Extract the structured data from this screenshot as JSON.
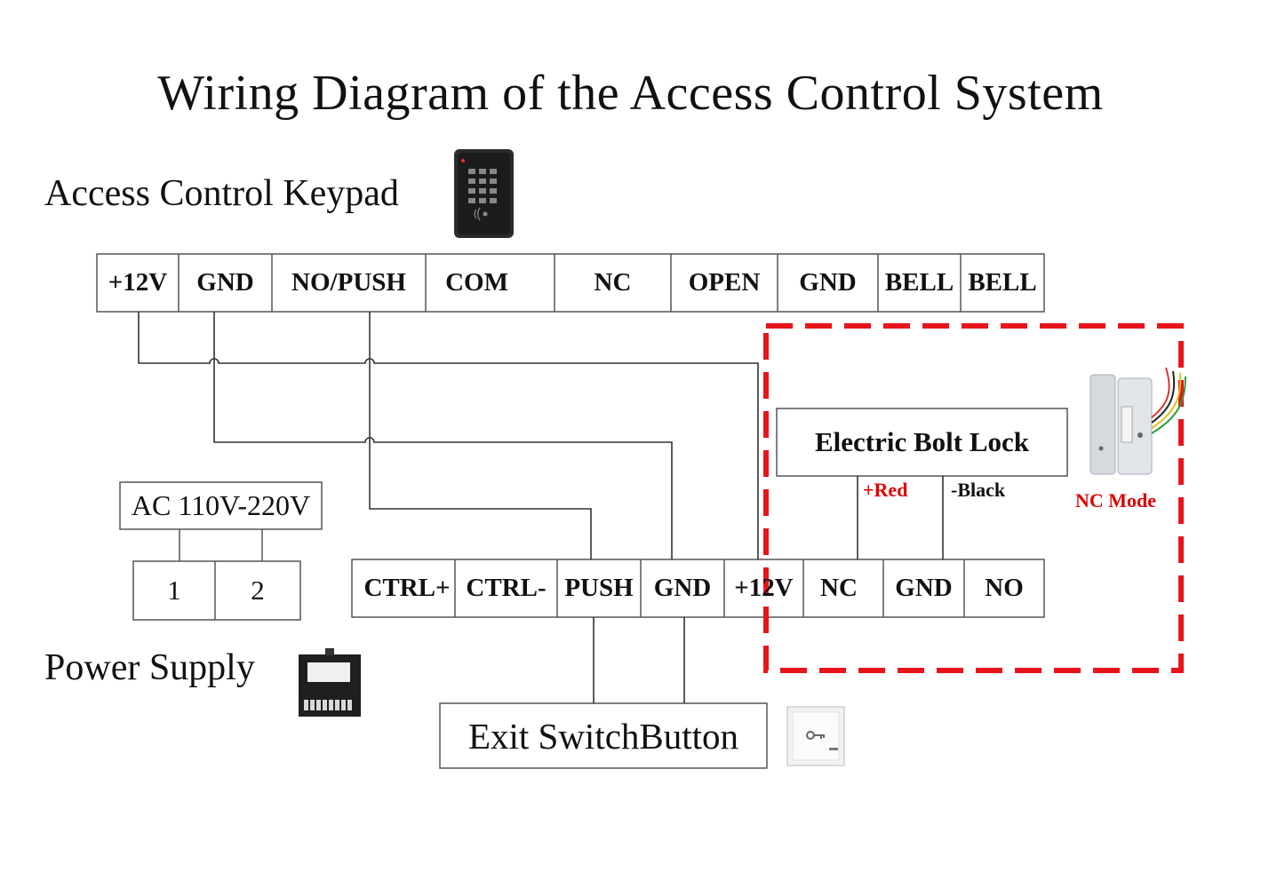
{
  "title": "Wiring Diagram of the Access Control System",
  "keypad": {
    "label": "Access Control Keypad",
    "icon": "keypad-device-icon",
    "terminals": [
      "+12V",
      "GND",
      "NO/PUSH",
      "COM",
      "NC",
      "OPEN",
      "GND",
      "BELL",
      "BELL"
    ]
  },
  "power_supply": {
    "label": "Power Supply",
    "icon": "power-supply-device-icon",
    "ac_input": "AC 110V-220V",
    "ac_terminals": [
      "1",
      "2"
    ],
    "terminals": [
      "CTRL+",
      "CTRL-",
      "PUSH",
      "GND",
      "+12V",
      "NC",
      "GND",
      "NO"
    ]
  },
  "bolt_lock": {
    "label": "Electric Bolt Lock",
    "icon": "bolt-lock-device-icon",
    "wire_positive": "+Red",
    "wire_negative": "-Black",
    "mode": "NC Mode"
  },
  "exit_button": {
    "label": "Exit SwitchButton",
    "icon": "exit-push-button-icon"
  },
  "colors": {
    "line": "#333333",
    "highlight": "#e8141b",
    "wire_label_red": "#e00000"
  }
}
